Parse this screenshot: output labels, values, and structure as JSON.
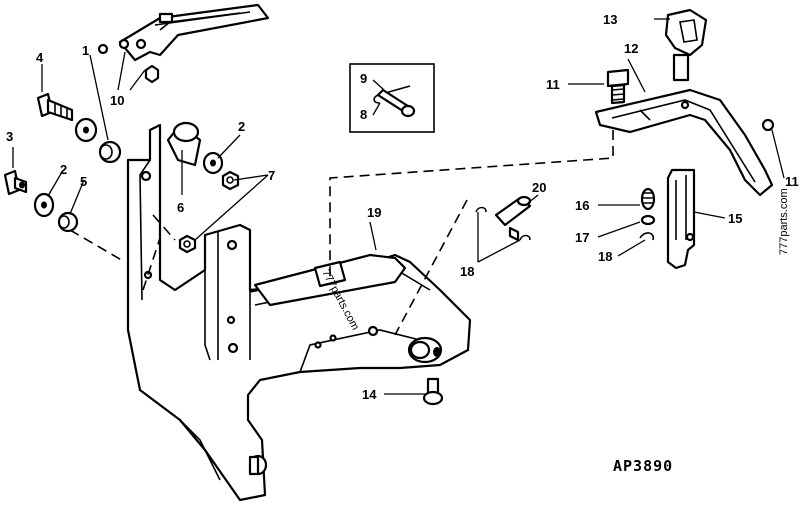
{
  "diagram": {
    "code": "AP3890",
    "watermark": "777parts.com",
    "callouts": {
      "c1": "1",
      "c2a": "2",
      "c2b": "2",
      "c3": "3",
      "c4": "4",
      "c5": "5",
      "c6": "6",
      "c7": "7",
      "c8": "8",
      "c9": "9",
      "c10": "10",
      "c11a": "11",
      "c11b": "11",
      "c12": "12",
      "c13": "13",
      "c14": "14",
      "c15": "15",
      "c16": "16",
      "c17": "17",
      "c18a": "18",
      "c18b": "18",
      "c19": "19",
      "c20": "20"
    }
  }
}
